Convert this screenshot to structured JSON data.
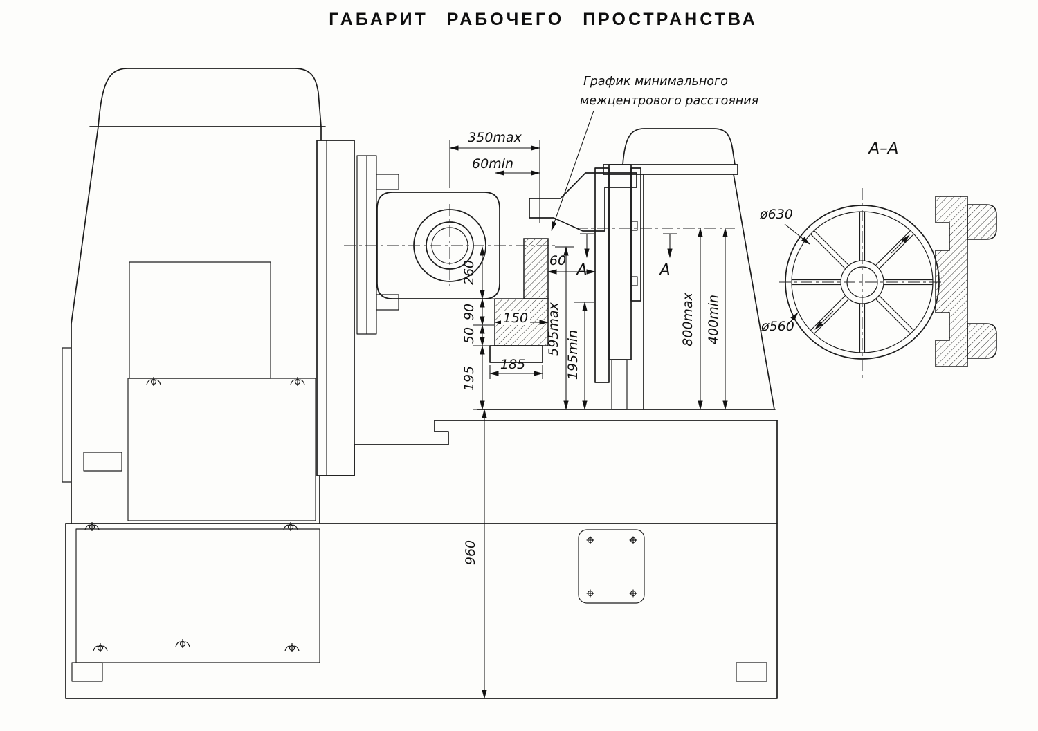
{
  "title": "ГАБАРИТ  РАБОЧЕГО  ПРОСТРАНСТВА",
  "note": {
    "line1": "График минимального",
    "line2": "межцентрового расстояния"
  },
  "section": {
    "label": "A–A",
    "cut_a_left": "A",
    "cut_a_right": "A",
    "dia_outer": "ø630",
    "dia_inner": "ø560"
  },
  "dims": {
    "h_350max": "350max",
    "h_60min": "60min",
    "h_60": "60",
    "v_260": "260",
    "v_90": "90",
    "v_50": "50",
    "v_195": "195",
    "h_150": "150",
    "h_185": "185",
    "v_595max": "595max",
    "v_195min": "195min",
    "v_800max": "800max",
    "v_400min": "400min",
    "v_960": "960"
  }
}
